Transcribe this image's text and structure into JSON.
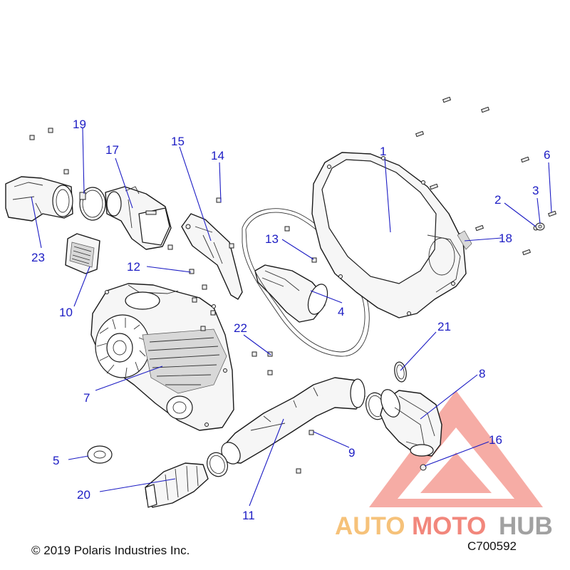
{
  "callouts": {
    "c1": "1",
    "c2": "2",
    "c3": "3",
    "c4": "4",
    "c5": "5",
    "c6": "6",
    "c7": "7",
    "c8": "8",
    "c9": "9",
    "c10": "10",
    "c11": "11",
    "c12": "12",
    "c13": "13",
    "c14": "14",
    "c15": "15",
    "c16": "16",
    "c17": "17",
    "c18": "18",
    "c19": "19",
    "c20": "20",
    "c21": "21",
    "c22": "22",
    "c23": "23"
  },
  "footer": {
    "copyright": "© 2019 Polaris Industries Inc.",
    "part_number": "C700592"
  },
  "watermark": {
    "auto": "AUTO",
    "moto": "MOTO",
    "hub": "HUB"
  },
  "colors": {
    "callout": "#1c1cc4",
    "watermark_triangle": "#ef6a5c",
    "watermark_auto": "#f4b45a",
    "watermark_hub": "#8a8a8a"
  }
}
